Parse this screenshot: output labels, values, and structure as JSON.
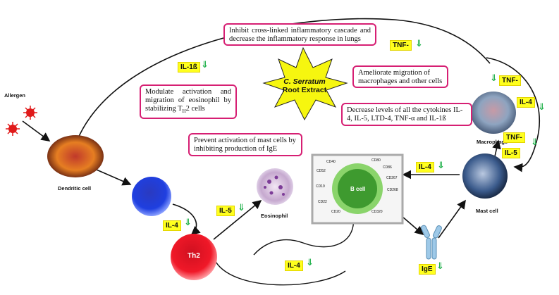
{
  "boxes": {
    "inhibit": "Inhibit cross-linked inflammatory cascade and decrease the inflammatory response in lungs",
    "ameliorate": "Ameliorate migration of macrophages and other cells",
    "modulate_pre": "Modulate activation and migration of eosinophil by stabilizing T",
    "modulate_sub": "H",
    "modulate_post": "2 cells",
    "decrease": "Decrease levels of all the cytokines IL-4, IL-5, LTD-4, TNF-α and IL-1ß",
    "prevent": "Prevent activation of mast cells by inhibiting production of IgE"
  },
  "star": {
    "line1": "C. Serratum",
    "line2": "Root Extract"
  },
  "cells": {
    "allergen": "Allergen",
    "dendritic": "Dendritic cell",
    "th2": "Th2",
    "eosinophil": "Eosinophil",
    "bcell": "B cell",
    "macrophage": "Macrophage",
    "mast": "Mast cell",
    "ige": "IgE"
  },
  "cd_markers": [
    "CD40",
    "CD80",
    "CD52",
    "CD86",
    "CD267",
    "CD19",
    "CD268",
    "CD22",
    "CD20",
    "CD320"
  ],
  "tags": {
    "il1b": "IL-1ß",
    "tnf_top": "TNF-",
    "tnf_mac1": "TNF-",
    "il4_mac": "IL-4",
    "tnf_mac2": "TNF-",
    "il5_mac": "IL-5",
    "il4_mast": "IL-4",
    "il5_eos": "IL-5",
    "il4_th": "IL-4",
    "il4_bottom": "IL-4",
    "ige": "IgE"
  },
  "down_arrow": "⇓",
  "colors": {
    "box_border": "#d61f73",
    "tag_bg": "#ffff1e",
    "down_arrow": "#22b14c",
    "star": "#f6f60f",
    "th0": "#1f3fe0",
    "th2": "#e0102a",
    "bcell": "#3e9a2f"
  }
}
